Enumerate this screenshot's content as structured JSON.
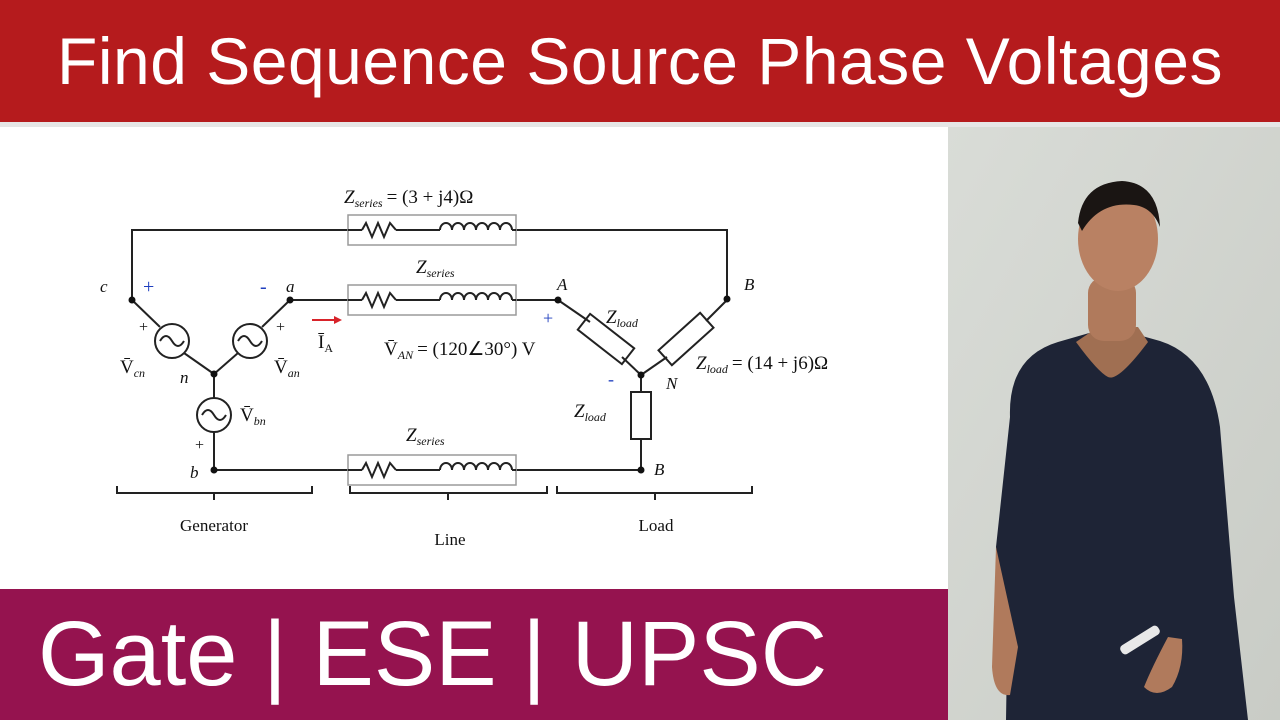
{
  "header": {
    "title": "Find Sequence Source Phase Voltages"
  },
  "footer": {
    "text": "Gate | ESE | UPSC"
  },
  "colors": {
    "title_bg": "#b51b1d",
    "footer_bg": "#95134f",
    "polarity": "#1f3fbf",
    "current_arrow": "#d8232a"
  },
  "circuit": {
    "z_series_top": "Z",
    "z_series_top_sub": "series",
    "z_series_top_value": "= (3 + j4)Ω",
    "z_series_mid": "Z",
    "z_series_mid_sub": "series",
    "z_series_bot": "Z",
    "z_series_bot_sub": "series",
    "node_c": "c",
    "node_a": "a",
    "node_b": "b",
    "node_n": "n",
    "node_A": "A",
    "node_B_top": "B",
    "node_B_bot": "B",
    "node_N": "N",
    "v_cn": "V̄",
    "v_cn_sub": "cn",
    "v_an": "V̄",
    "v_an_sub": "an",
    "v_bn": "V̄",
    "v_bn_sub": "bn",
    "i_a": "Ī",
    "i_a_sub": "A",
    "v_AN": "V̄",
    "v_AN_sub": "AN",
    "v_AN_value": "= (120∠30°) V",
    "z_load_1": "Z",
    "z_load_1_sub": "load",
    "z_load_2": "Z",
    "z_load_2_sub": "load",
    "z_load_2_value": "= (14 + j6)Ω",
    "z_load_3": "Z",
    "z_load_3_sub": "load",
    "plus": "+",
    "minus": "-",
    "label_generator": "Generator",
    "label_line": "Line",
    "label_load": "Load"
  }
}
